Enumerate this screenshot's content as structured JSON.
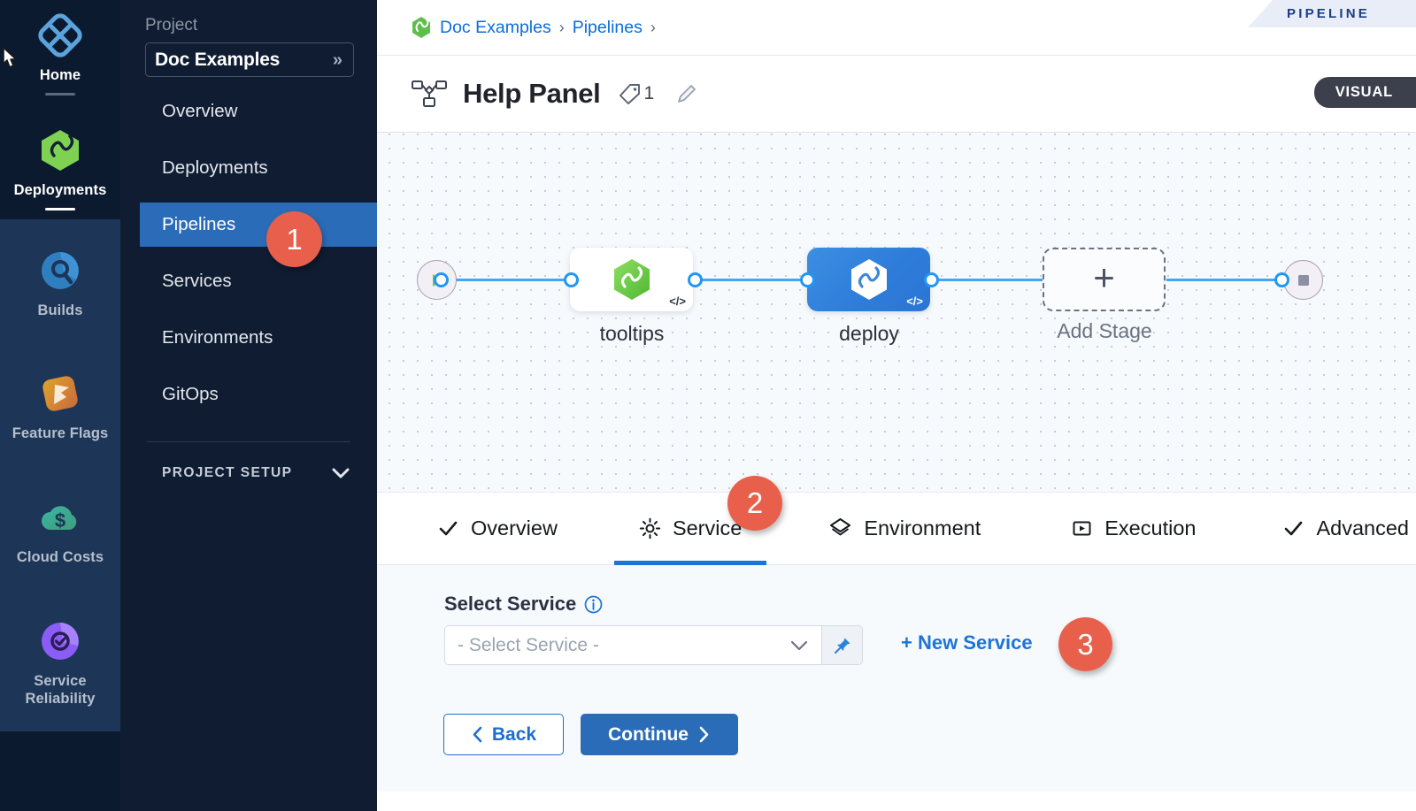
{
  "rail": {
    "items": [
      {
        "label": "Home",
        "icon": "home-diamond-icon",
        "active": true,
        "theme": "dark"
      },
      {
        "label": "Deployments",
        "icon": "deployments-hexagon-icon",
        "active": true,
        "theme": "dark"
      },
      {
        "label": "Builds",
        "icon": "builds-icon",
        "active": false,
        "theme": "lighter"
      },
      {
        "label": "Feature Flags",
        "icon": "feature-flags-icon",
        "active": false,
        "theme": "lighter"
      },
      {
        "label": "Cloud Costs",
        "icon": "cloud-costs-icon",
        "active": false,
        "theme": "lighter"
      },
      {
        "label": "Service Reliability",
        "icon": "service-reliability-icon",
        "active": false,
        "theme": "lighter"
      }
    ]
  },
  "projnav": {
    "section_label": "Project",
    "project_name": "Doc Examples",
    "expand_glyph": "»",
    "items": [
      {
        "label": "Overview",
        "selected": false
      },
      {
        "label": "Deployments",
        "selected": false
      },
      {
        "label": "Pipelines",
        "selected": true
      },
      {
        "label": "Services",
        "selected": false
      },
      {
        "label": "Environments",
        "selected": false
      },
      {
        "label": "GitOps",
        "selected": false
      }
    ],
    "project_setup_label": "PROJECT SETUP",
    "project_setup_chevron": "⌄"
  },
  "header": {
    "breadcrumb": [
      {
        "label": "Doc Examples",
        "icon": "project-hexagon-icon"
      },
      {
        "label": "Pipelines",
        "icon": ""
      }
    ],
    "breadcrumb_separator": "›",
    "ribbon_label": "PIPELINE",
    "title": "Help Panel",
    "tag_count": "1",
    "edit_icon": "pencil-icon",
    "mode_badge": "VISUAL"
  },
  "canvas": {
    "start_icon": "play-icon",
    "end_icon": "stop-square-icon",
    "nodes": [
      {
        "name": "tooltips",
        "style": "white",
        "icon": "harness-hexagon-green-icon",
        "code_badge": "</>"
      },
      {
        "name": "deploy",
        "style": "blue",
        "icon": "harness-hexagon-white-icon",
        "code_badge": "</>"
      }
    ],
    "add_stage": {
      "label": "Add Stage",
      "glyph": "+"
    }
  },
  "tabs": [
    {
      "label": "Overview",
      "icon": "check-icon",
      "active": false
    },
    {
      "label": "Service",
      "icon": "gear-icon",
      "active": true
    },
    {
      "label": "Environment",
      "icon": "layers-icon",
      "active": false
    },
    {
      "label": "Execution",
      "icon": "play-box-icon",
      "active": false
    },
    {
      "label": "Advanced",
      "icon": "check-icon",
      "active": false
    }
  ],
  "form": {
    "select_service_label": "Select Service",
    "info_icon": "info-icon",
    "select_placeholder": "- Select Service -",
    "dropdown_icon": "chevron-down-icon",
    "pin_icon": "pin-icon",
    "new_service_label": "+ New Service",
    "back_label": "Back",
    "back_icon": "chevron-left-icon",
    "continue_label": "Continue",
    "continue_icon": "chevron-right-icon"
  },
  "callouts": [
    {
      "number": "1"
    },
    {
      "number": "2"
    },
    {
      "number": "3"
    }
  ],
  "colors": {
    "rail_dark": "#0b1a2e",
    "rail_light": "#1d3557",
    "nav_bg": "#0f1c32",
    "nav_selected": "#2b6cb8",
    "accent_blue": "#1d74d6",
    "edge_blue": "#42a5f5",
    "callout_orange": "#e8604c",
    "canvas_bg": "#f6fafd",
    "node_green": "#6cc644"
  }
}
